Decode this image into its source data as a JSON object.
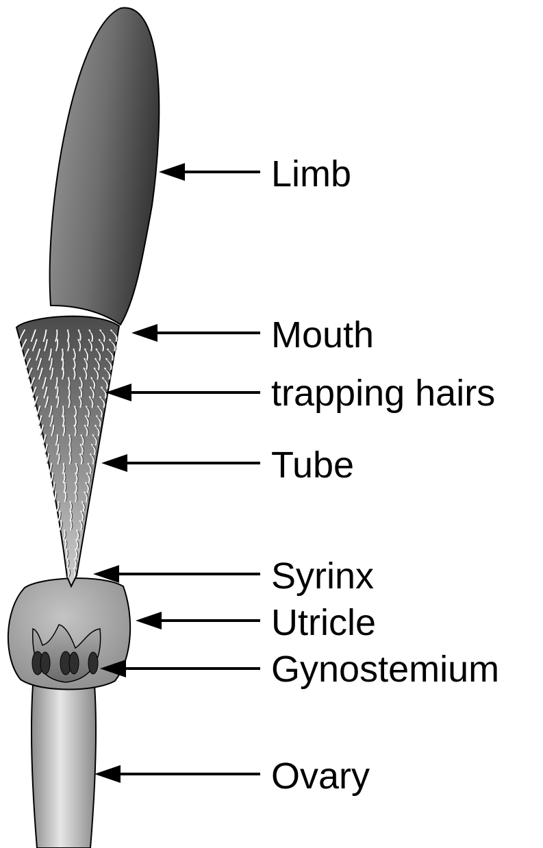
{
  "labels": {
    "limb": "Limb",
    "mouth": "Mouth",
    "trapping_hairs": "trapping hairs",
    "tube": "Tube",
    "syrinx": "Syrinx",
    "utricle": "Utricle",
    "gynostemium": "Gynostemium",
    "ovary": "Ovary"
  },
  "colors": {
    "outline": "#000000",
    "limb_light": "#8c8c8c",
    "limb_dark": "#3a3a3a",
    "tube_dark": "#5a5a5a",
    "tube_light": "#d8d8d8",
    "utricle": "#a8a8a8",
    "ovary_light": "#e0e0e0",
    "ovary_dark": "#8a8a8a",
    "anther": "#2e2e2e"
  }
}
